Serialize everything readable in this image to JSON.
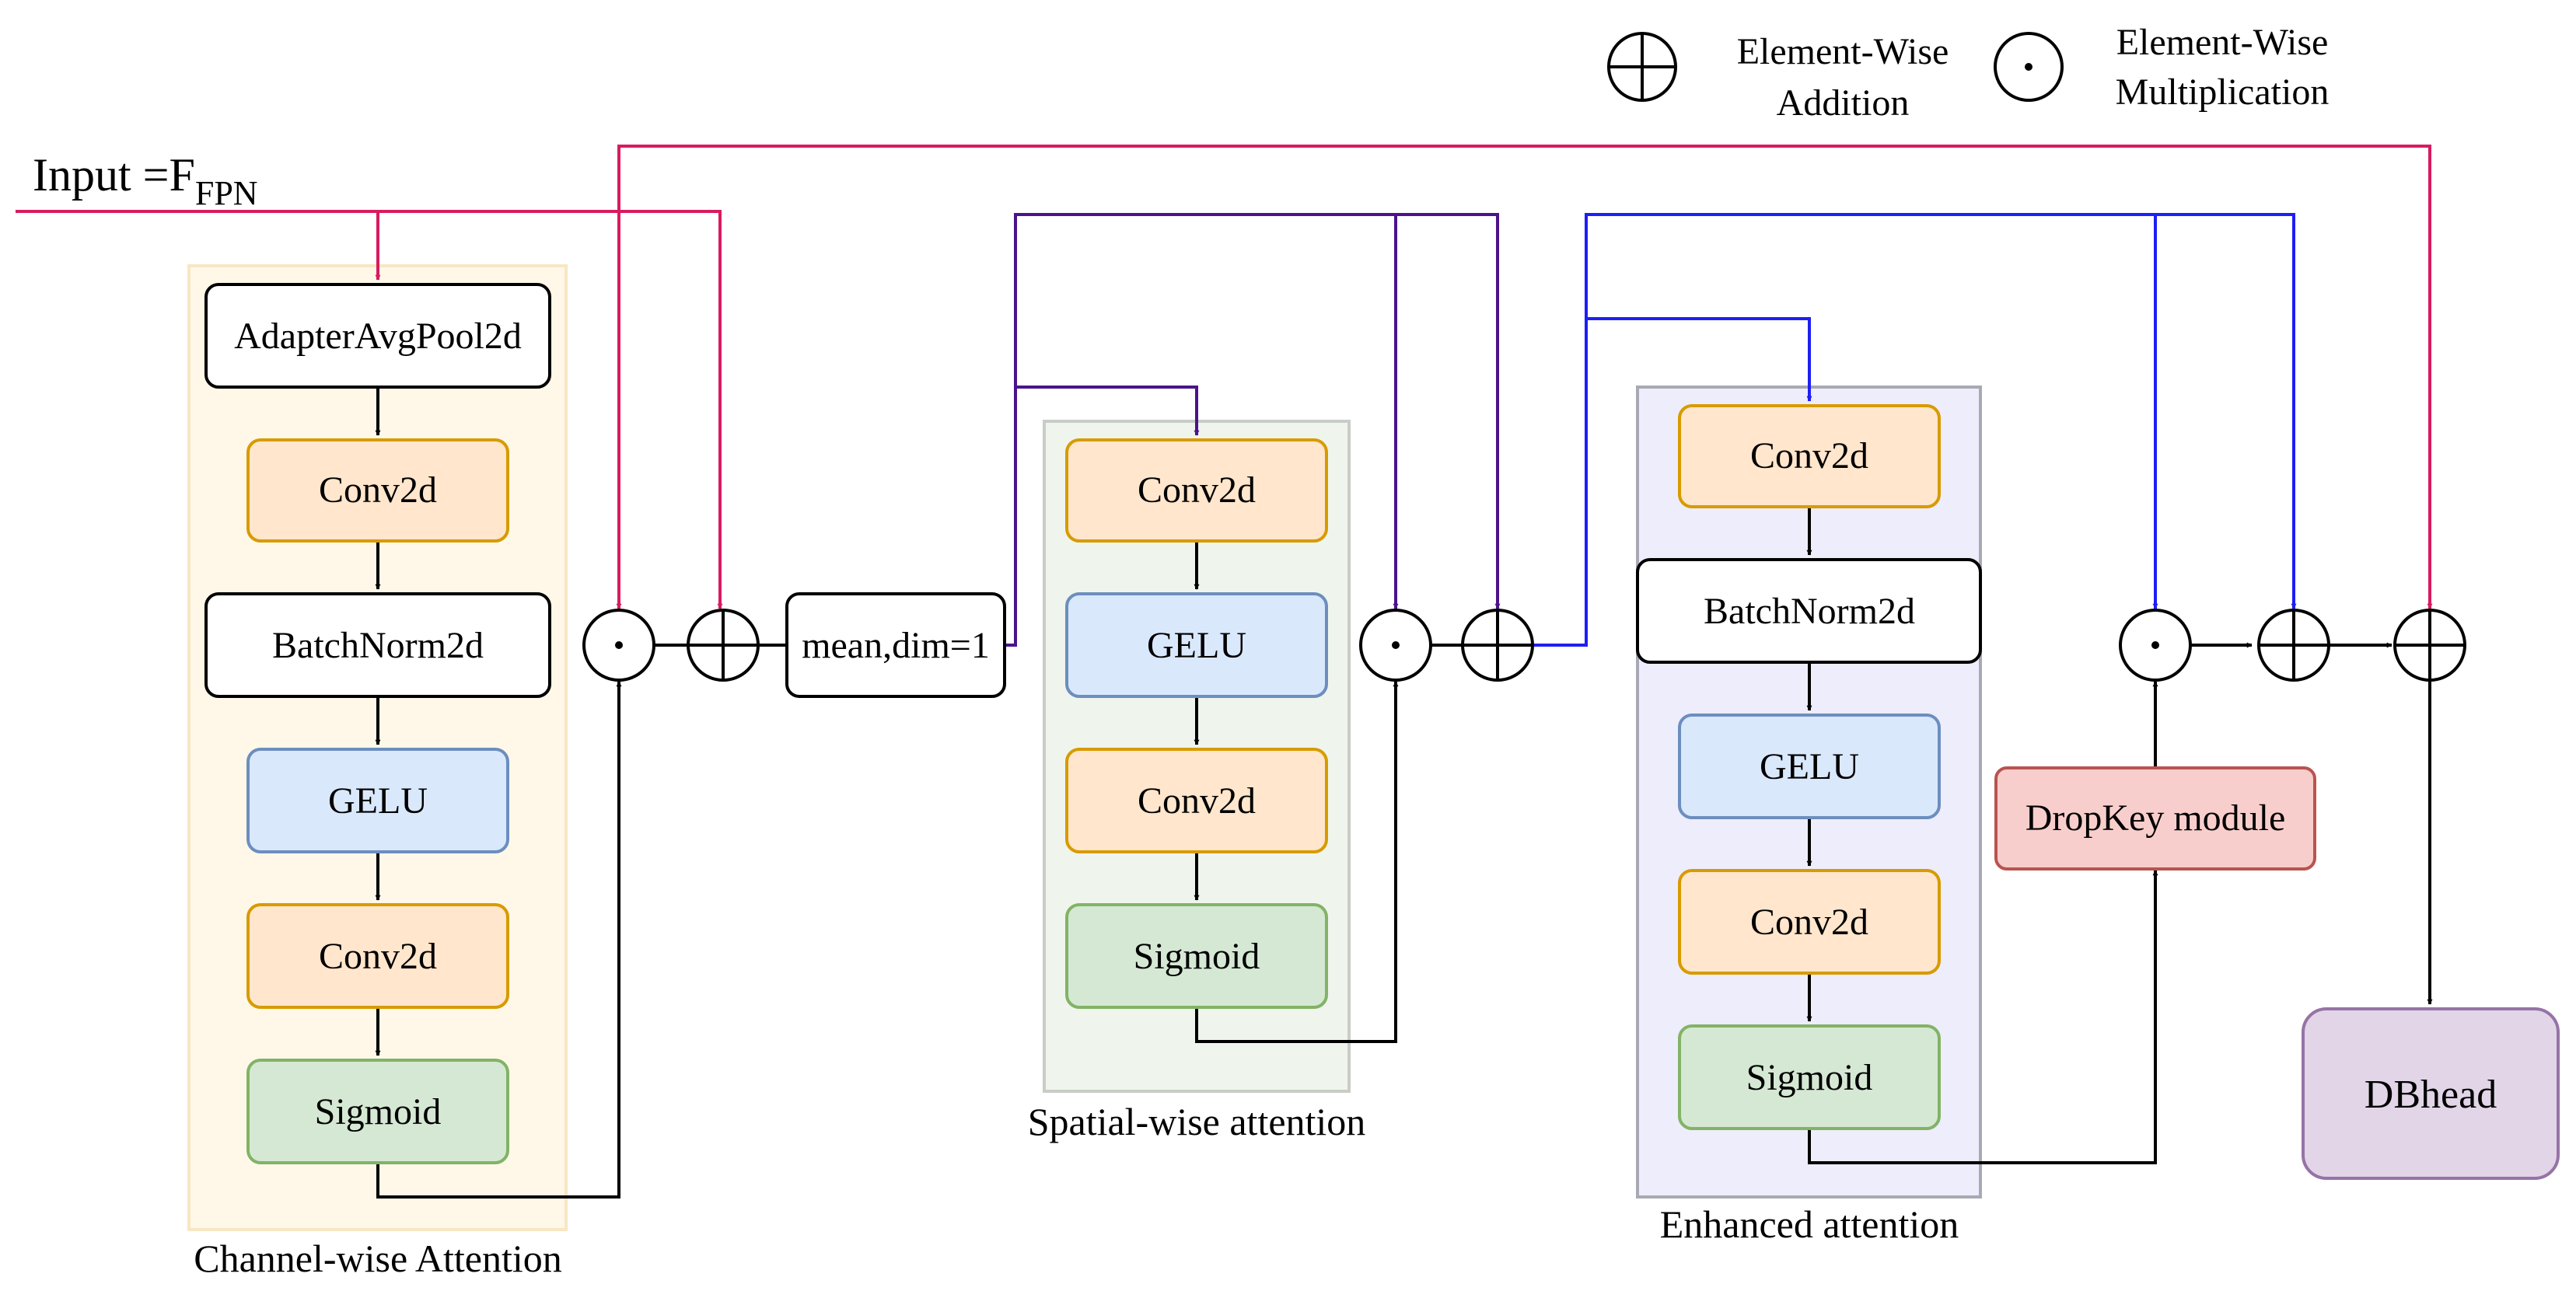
{
  "input": {
    "text": "Input =F",
    "subscript": "FPN"
  },
  "legend": {
    "addition": {
      "line1": "Element-Wise",
      "line2": "Addition"
    },
    "multiplication": {
      "line1": "Element-Wise",
      "line2": "Multiplication"
    }
  },
  "channel_attention": {
    "caption": "Channel-wise Attention",
    "blocks": [
      "AdapterAvgPool2d",
      "Conv2d",
      "BatchNorm2d",
      "GELU",
      "Conv2d",
      "Sigmoid"
    ]
  },
  "mean_block": "mean,dim=1",
  "spatial_attention": {
    "caption": "Spatial-wise attention",
    "blocks": [
      "Conv2d",
      "GELU",
      "Conv2d",
      "Sigmoid"
    ]
  },
  "enhanced_attention": {
    "caption": "Enhanced attention",
    "blocks": [
      "Conv2d",
      "BatchNorm2d",
      "GELU",
      "Conv2d",
      "Sigmoid"
    ]
  },
  "dropkey": "DropKey module",
  "dbhead": "DBhead",
  "operators": {
    "multiply_symbol": "·"
  },
  "colors": {
    "input_path": "#d81b60",
    "spatial_path": "#4a148c",
    "enhanced_path": "#1e1ef5",
    "conv": "#ffe6cc",
    "conv_border": "#d79b00",
    "gelu": "#dae8fc",
    "gelu_border": "#6c8ebf",
    "sigmoid": "#d5e8d4",
    "sigmoid_border": "#82b366",
    "dropkey": "#f8cecc",
    "dropkey_border": "#b85450",
    "dbhead": "#e1d5e7",
    "dbhead_border": "#9673a6"
  }
}
